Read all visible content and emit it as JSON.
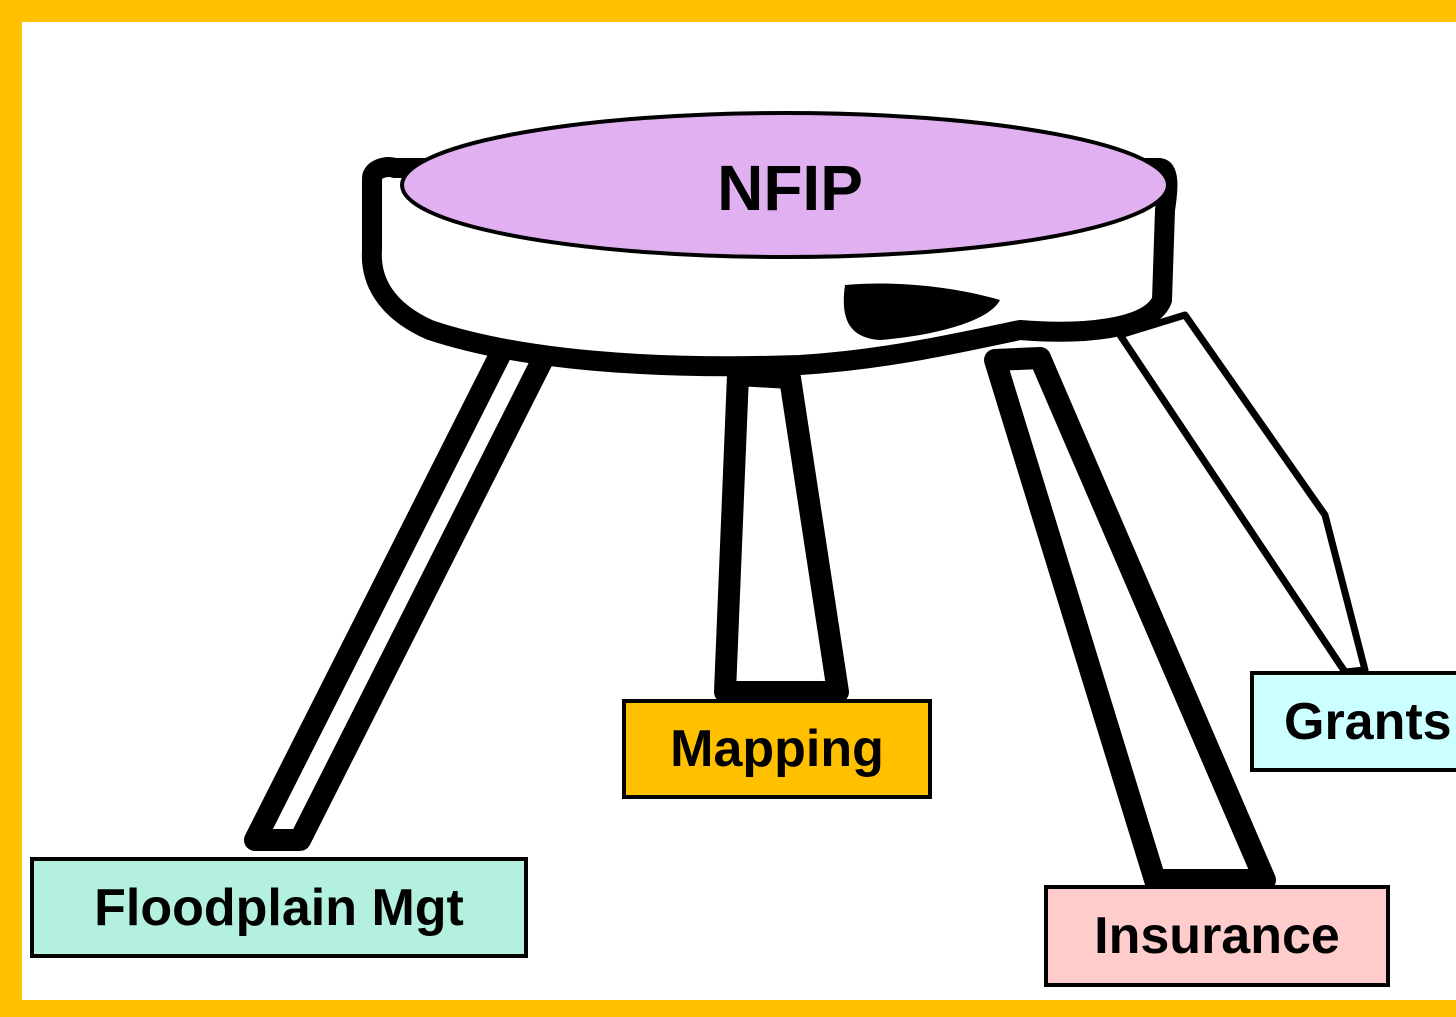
{
  "center": {
    "label": "NFIP"
  },
  "legs": [
    {
      "id": "floodplain",
      "label": "Floodplain Mgt",
      "color": "#b4f0e0"
    },
    {
      "id": "mapping",
      "label": "Mapping",
      "color": "#ffc000"
    },
    {
      "id": "insurance",
      "label": "Insurance",
      "color": "#ffcccc"
    },
    {
      "id": "grants",
      "label": "Grants",
      "color": "#ccffff"
    }
  ],
  "colors": {
    "frame": "#ffc000",
    "seat_top": "#e0b0f0",
    "outline": "#000000"
  }
}
